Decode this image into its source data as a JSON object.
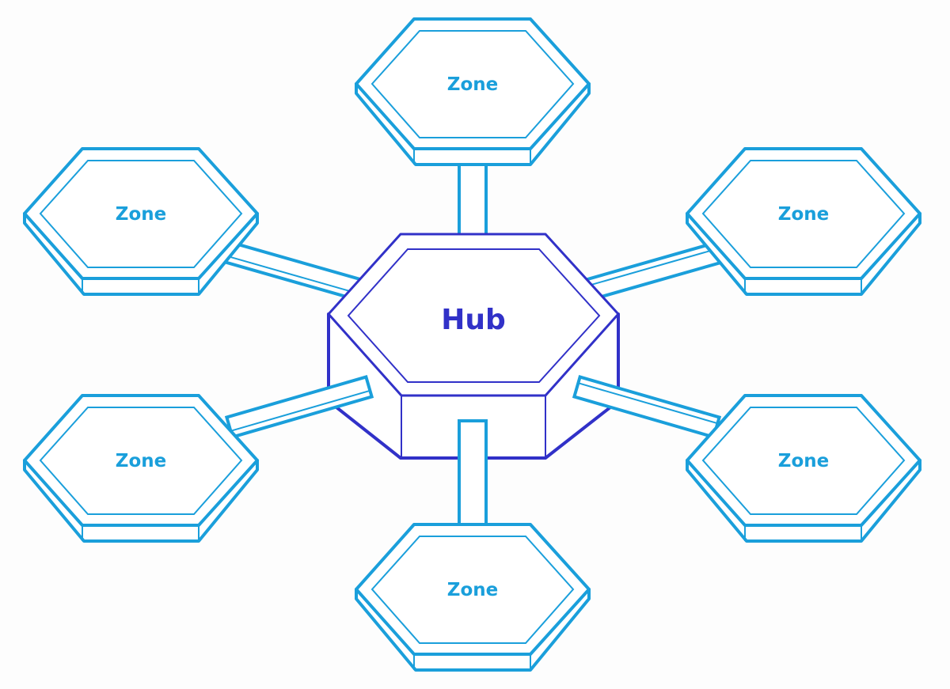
{
  "diagram": {
    "hub": {
      "label": "Hub"
    },
    "zones": [
      {
        "label": "Zone",
        "position": "top"
      },
      {
        "label": "Zone",
        "position": "top-left"
      },
      {
        "label": "Zone",
        "position": "top-right"
      },
      {
        "label": "Zone",
        "position": "bottom-left"
      },
      {
        "label": "Zone",
        "position": "bottom-right"
      },
      {
        "label": "Zone",
        "position": "bottom"
      }
    ],
    "colors": {
      "zone": "#1a9fdb",
      "hub": "#3131c8",
      "background": "#fdfdfd"
    }
  }
}
